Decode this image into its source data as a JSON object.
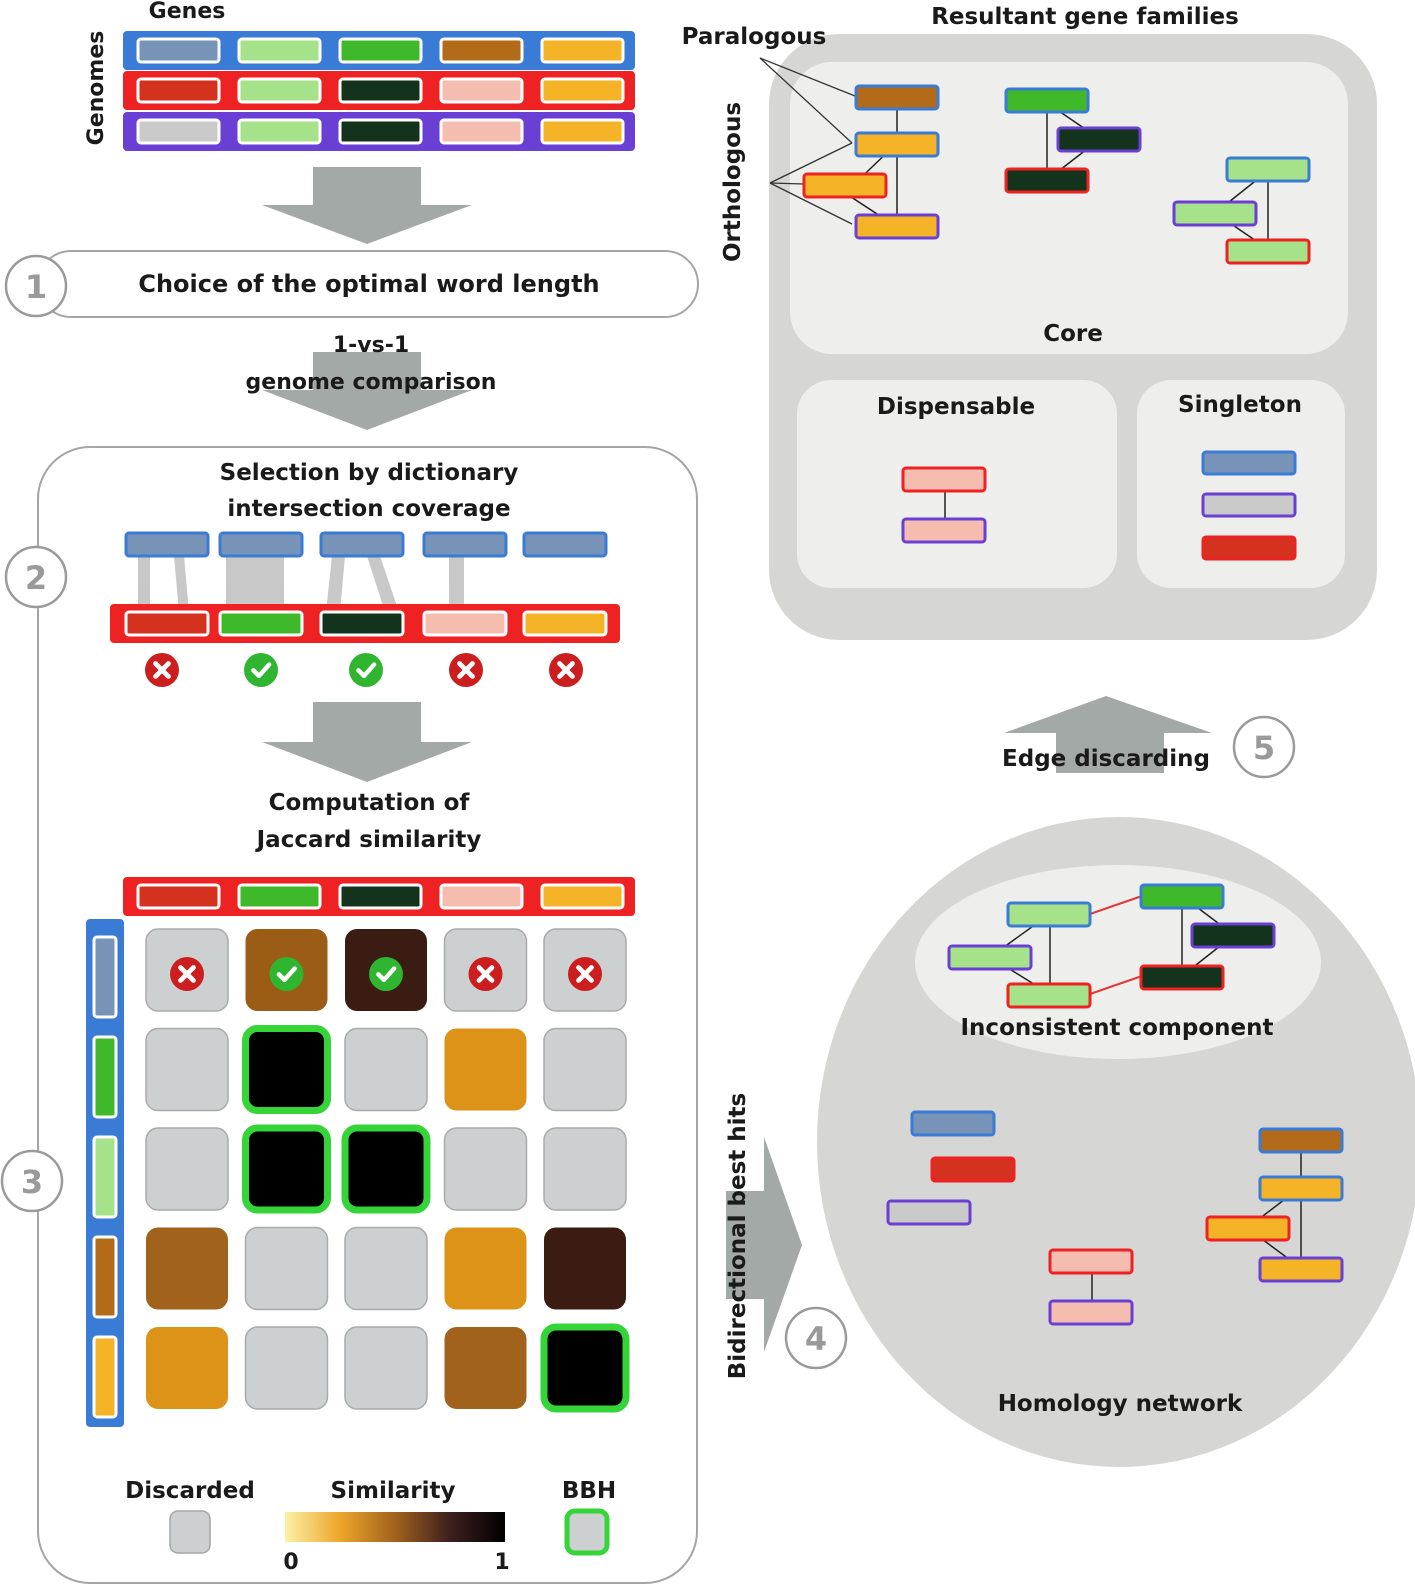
{
  "colors": {
    "blue_genome": "#3a7bd5",
    "red_genome": "#ee2222",
    "purple_genome": "#6a3fd4",
    "gene_steelblue": "#7893b8",
    "gene_lightgreen": "#a6e28a",
    "gene_green": "#3fb829",
    "gene_brown": "#b36b1a",
    "gene_orange": "#f5b328",
    "gene_red": "#d5311f",
    "gene_darkgreen": "#14331c",
    "gene_salmon": "#f5bdb0",
    "gene_gray": "#c9cac9",
    "panel_gray": "#d6d6d4",
    "panel_inner": "#eeeeec",
    "discard_gray": "#cdd0d0",
    "bbh_green": "#35d53a",
    "arrow_gray": "#a3a9a6",
    "number_gray": "#9a9a9a"
  },
  "icons": {
    "check": "check-icon",
    "cross": "cross-icon",
    "arrow": "arrow-icon"
  },
  "top": {
    "genes_label": "Genes",
    "genomes_label": "Genomes"
  },
  "steps": {
    "s1": {
      "number": "1",
      "text": "Choice of the optimal word length"
    },
    "comparison": {
      "line1": "1-vs-1",
      "line2": "genome comparison"
    },
    "s2": {
      "number": "2",
      "title_line1": "Selection by dictionary",
      "title_line2": "intersection coverage"
    },
    "s3": {
      "number": "3",
      "title_line1": "Computation of",
      "title_line2": "Jaccard similarity"
    },
    "s4": {
      "number": "4",
      "arrow_label": "Bidirectional best hits"
    },
    "s5": {
      "number": "5",
      "arrow_label": "Edge discarding"
    }
  },
  "legend": {
    "discarded": "Discarded",
    "similarity": "Similarity",
    "bbh": "BBH",
    "min": "0",
    "max": "1"
  },
  "matrix": {
    "rows": [
      "steelblue",
      "green",
      "lightgreen",
      "brown",
      "orange"
    ],
    "cols": [
      "red",
      "green",
      "darkgreen",
      "salmon",
      "orange"
    ],
    "cells": [
      [
        "discard",
        "#9b5c16",
        "#3b1c12",
        "discard",
        "discard"
      ],
      [
        "discard",
        "#000000",
        "discard",
        "#dc9318",
        "discard"
      ],
      [
        "discard",
        "#000000",
        "#000000",
        "discard",
        "discard"
      ],
      [
        "#a1621c",
        "discard",
        "discard",
        "#dc9318",
        "#3b1c12"
      ],
      [
        "#dc9318",
        "discard",
        "discard",
        "#a1621c",
        "#000000"
      ]
    ],
    "bbh": [
      [
        1,
        1
      ],
      [
        2,
        1
      ],
      [
        2,
        2
      ],
      [
        4,
        4
      ]
    ],
    "row0_marks": [
      "cross",
      "check",
      "check",
      "cross",
      "cross"
    ]
  },
  "dictionary_marks": [
    "cross",
    "check",
    "check",
    "cross",
    "cross"
  ],
  "families": {
    "title": "Resultant gene families",
    "paralogous": "Paralogous",
    "orthologous": "Orthologous",
    "core": "Core",
    "dispensable": "Dispensable",
    "singleton": "Singleton"
  },
  "network": {
    "inconsistent": "Inconsistent component",
    "homology": "Homology network"
  }
}
